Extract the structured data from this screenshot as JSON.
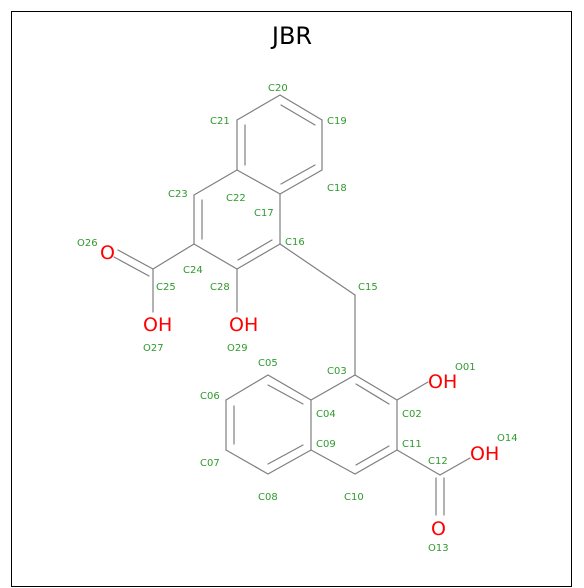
{
  "title": "JBR",
  "atom_labels": {
    "C20": "C20",
    "C21": "C21",
    "C19": "C19",
    "C18": "C18",
    "C23": "C23",
    "C22": "C22",
    "C17": "C17",
    "C16": "C16",
    "O26": "O26",
    "C24": "C24",
    "C25": "C25",
    "C28": "C28",
    "C15": "C15",
    "O27": "O27",
    "O29": "O29",
    "C05": "C05",
    "C03": "C03",
    "O01": "O01",
    "C06": "C06",
    "C04": "C04",
    "C02": "C02",
    "O14": "O14",
    "C09": "C09",
    "C11": "C11",
    "C07": "C07",
    "C12": "C12",
    "C08": "C08",
    "C10": "C10",
    "O13": "O13"
  },
  "heteroatoms": {
    "o26": "O",
    "oh27": "OH",
    "oh29": "OH",
    "oh01": "OH",
    "oh14": "OH",
    "o13": "O"
  },
  "colors": {
    "bond": "#7f7f7f",
    "atom_index": "#2e9a2e",
    "oxygen": "#ff0000"
  }
}
